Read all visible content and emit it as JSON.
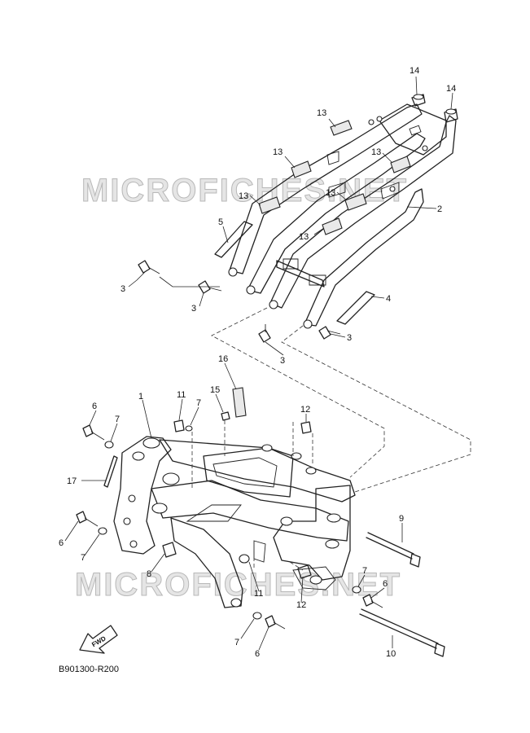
{
  "watermark": {
    "text": "MICROFICHES.NET"
  },
  "diagram_code": "B901300-R200",
  "fwd_label": "FWD",
  "callouts": [
    {
      "id": "c14a",
      "label": "14"
    },
    {
      "id": "c14b",
      "label": "14"
    },
    {
      "id": "c13a",
      "label": "13"
    },
    {
      "id": "c13b",
      "label": "13"
    },
    {
      "id": "c13c",
      "label": "13"
    },
    {
      "id": "c13d",
      "label": "13"
    },
    {
      "id": "c13e",
      "label": "13"
    },
    {
      "id": "c13f",
      "label": "13"
    },
    {
      "id": "c2",
      "label": "2"
    },
    {
      "id": "c5",
      "label": "5"
    },
    {
      "id": "c3a",
      "label": "3"
    },
    {
      "id": "c3b",
      "label": "3"
    },
    {
      "id": "c3c",
      "label": "3"
    },
    {
      "id": "c3d",
      "label": "3"
    },
    {
      "id": "c4",
      "label": "4"
    },
    {
      "id": "c16",
      "label": "16"
    },
    {
      "id": "c1",
      "label": "1"
    },
    {
      "id": "c11a",
      "label": "11"
    },
    {
      "id": "c7a",
      "label": "7"
    },
    {
      "id": "c15",
      "label": "15"
    },
    {
      "id": "c12a",
      "label": "12"
    },
    {
      "id": "c6a",
      "label": "6"
    },
    {
      "id": "c7b",
      "label": "7"
    },
    {
      "id": "c17",
      "label": "17"
    },
    {
      "id": "c6b",
      "label": "6"
    },
    {
      "id": "c7c",
      "label": "7"
    },
    {
      "id": "c8",
      "label": "8"
    },
    {
      "id": "c9",
      "label": "9"
    },
    {
      "id": "c11b",
      "label": "11"
    },
    {
      "id": "c12b",
      "label": "12"
    },
    {
      "id": "c7d",
      "label": "7"
    },
    {
      "id": "c6c",
      "label": "6"
    },
    {
      "id": "c7e",
      "label": "7"
    },
    {
      "id": "c6d",
      "label": "6"
    },
    {
      "id": "c10",
      "label": "10"
    }
  ]
}
